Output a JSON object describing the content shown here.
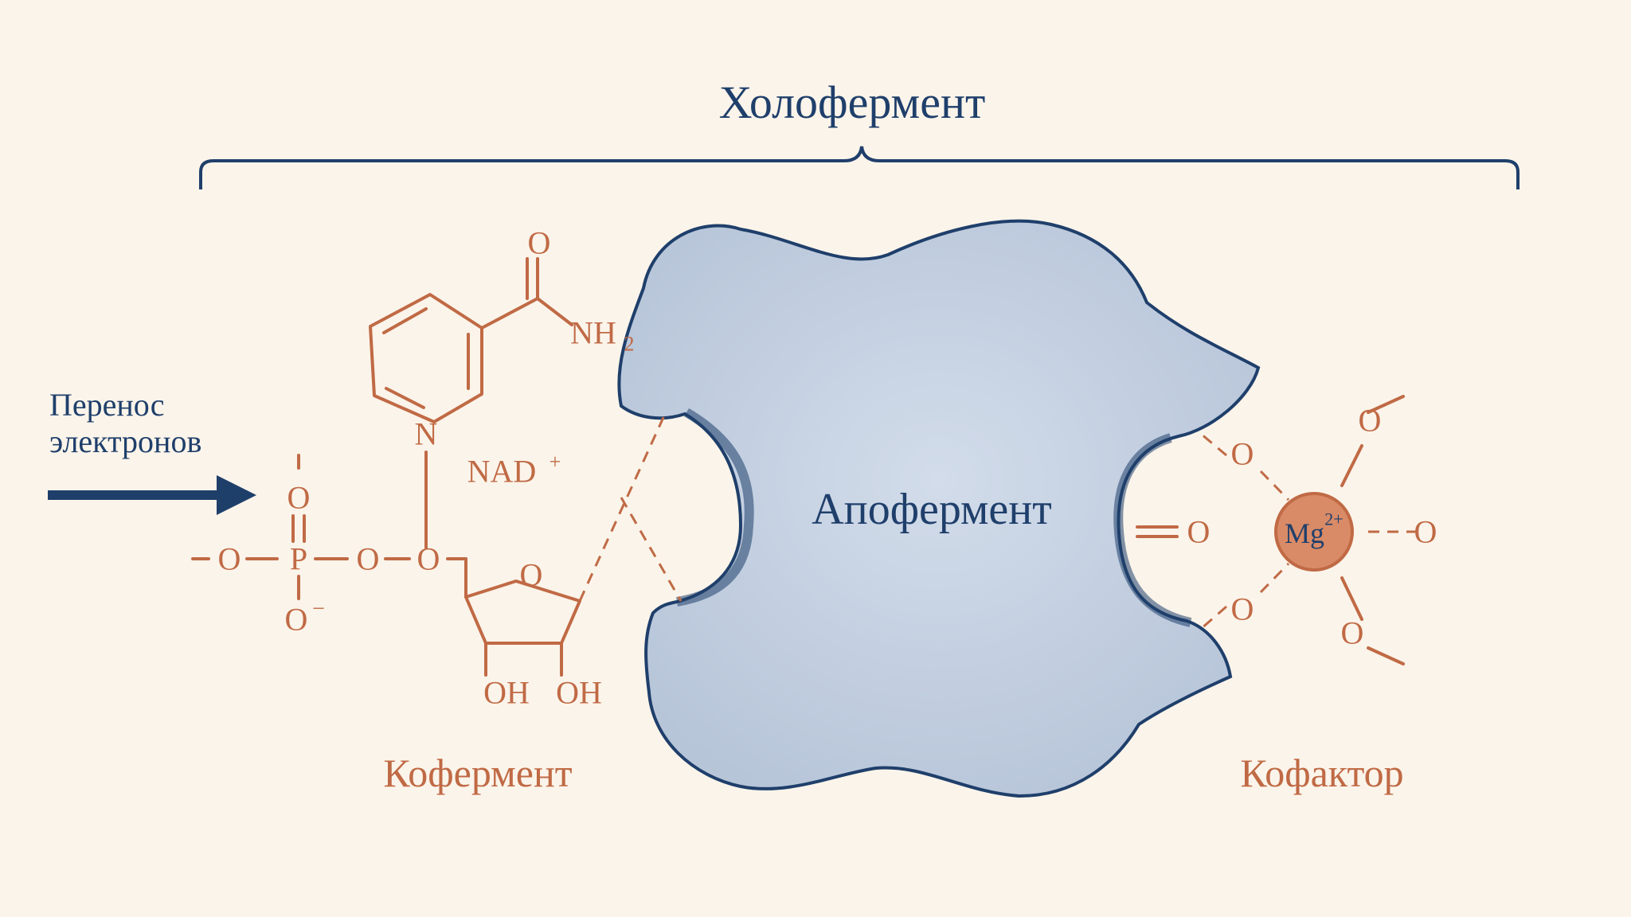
{
  "title": "Холофермент",
  "electron_transfer": {
    "line1": "Перенос",
    "line2": "электронов"
  },
  "apoenzyme": {
    "label": "Апофермент"
  },
  "coenzyme": {
    "label": "Кофермент",
    "molecule": "NAD",
    "molecule_charge": "+",
    "atoms": {
      "o": "O",
      "o_minus": "O",
      "minus": "−",
      "p": "P",
      "n": "N",
      "nh": "NH",
      "nh_sub": "2",
      "oh": "OH"
    }
  },
  "cofactor": {
    "label": "Кофактор",
    "ion": "Mg",
    "ion_charge": "2+",
    "atom": "O"
  },
  "colors": {
    "background": "#fbf4ea",
    "blue": "#1f3f6b",
    "orange": "#c06a45",
    "protein_fill": "#c3cfdf",
    "ion_fill": "#d98a66"
  }
}
